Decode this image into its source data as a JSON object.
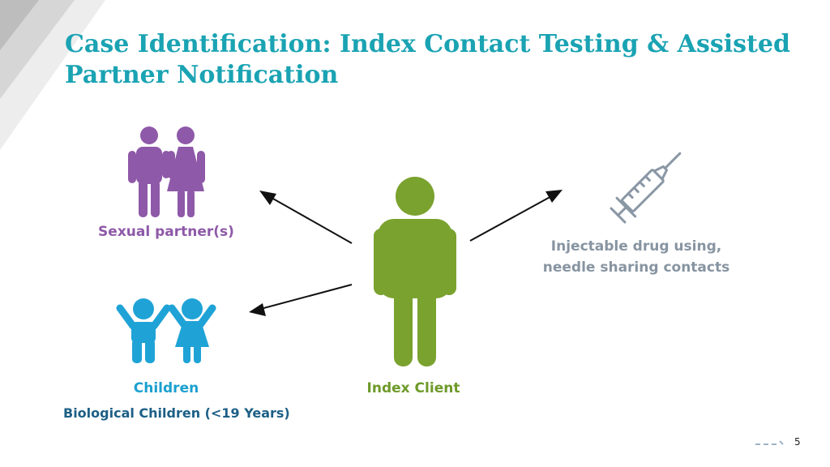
{
  "slide": {
    "title": "Case Identification: Index Contact Testing & Assisted Partner Notification",
    "page_number": "5"
  },
  "nodes": {
    "index_client": {
      "label": "Index Client",
      "icon": "person-icon",
      "color": "#7aa22e"
    },
    "sexual_partners": {
      "label": "Sexual partner(s)",
      "icon": "couple-icon",
      "color": "#8e59a8"
    },
    "children": {
      "label": "Children",
      "sublabel": "Biological Children (<19 Years)",
      "icon": "children-icon",
      "color": "#1fa3d6"
    },
    "drug_contacts": {
      "label_line1": "Injectable drug using,",
      "label_line2": "needle sharing contacts",
      "icon": "syringe-icon",
      "color": "#8794a1"
    }
  },
  "edges": [
    {
      "from": "index_client",
      "to": "sexual_partners"
    },
    {
      "from": "index_client",
      "to": "children"
    },
    {
      "from": "index_client",
      "to": "drug_contacts"
    }
  ],
  "colors": {
    "title": "#1aa3b3",
    "arrow": "#111111",
    "sublabel": "#1c5f86"
  }
}
